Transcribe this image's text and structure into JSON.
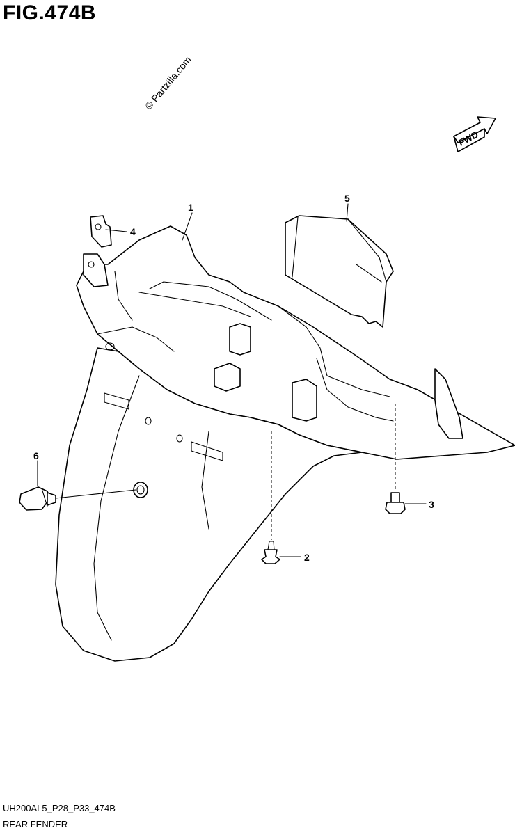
{
  "figure": {
    "title": "FIG.474B",
    "watermark": "© Partzilla.com",
    "fwd_label": "FWD",
    "footer_code": "UH200AL5_P28_P33_474B",
    "footer_name": "REAR FENDER"
  },
  "callouts": [
    {
      "number": "1"
    },
    {
      "number": "2"
    },
    {
      "number": "3"
    },
    {
      "number": "4"
    },
    {
      "number": "5"
    },
    {
      "number": "6"
    }
  ]
}
